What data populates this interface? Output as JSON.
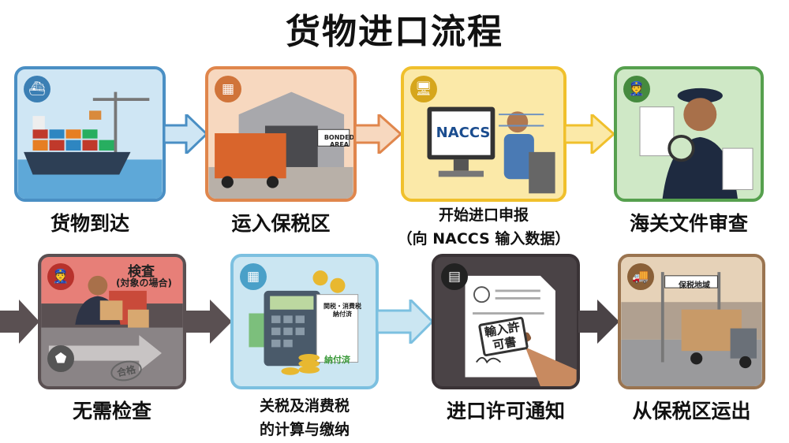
{
  "title": "货物进口流程",
  "steps": [
    {
      "label": "货物到达",
      "color": "#4a8fc4",
      "icon": "ship-icon"
    },
    {
      "label": "运入保税区",
      "color": "#e0864c",
      "icon": "warehouse-icon",
      "sign": "BONDED AREA"
    },
    {
      "label_line1": "开始进口申报",
      "label_line2": "（向 NACCS 输入数据）",
      "color": "#f0c02c",
      "icon": "computer-icon",
      "screen_text": "NACCS"
    },
    {
      "label": "海关文件审查",
      "color": "#56a04e",
      "icon": "officer-icon"
    },
    {
      "label": "无需检查",
      "color": "#5a5052",
      "icon": "stamp-icon",
      "inspection_title": "検査",
      "inspection_note": "(対象の場合)",
      "stamp_text": "合格"
    },
    {
      "label_line1": "关税及消费税",
      "label_line2": "的计算与缴纳",
      "color": "#7cc0e0",
      "icon": "calculator-icon",
      "receipt_title": "関税・消費税 納付済",
      "receipt_paid": "納付済"
    },
    {
      "label": "进口许可通知",
      "color": "#4a4346",
      "icon": "document-icon",
      "permit_text": "輸入許可書"
    },
    {
      "label": "从保税区运出",
      "color": "#9a7450",
      "icon": "truck-icon",
      "gate_sign": "保税地域"
    }
  ]
}
